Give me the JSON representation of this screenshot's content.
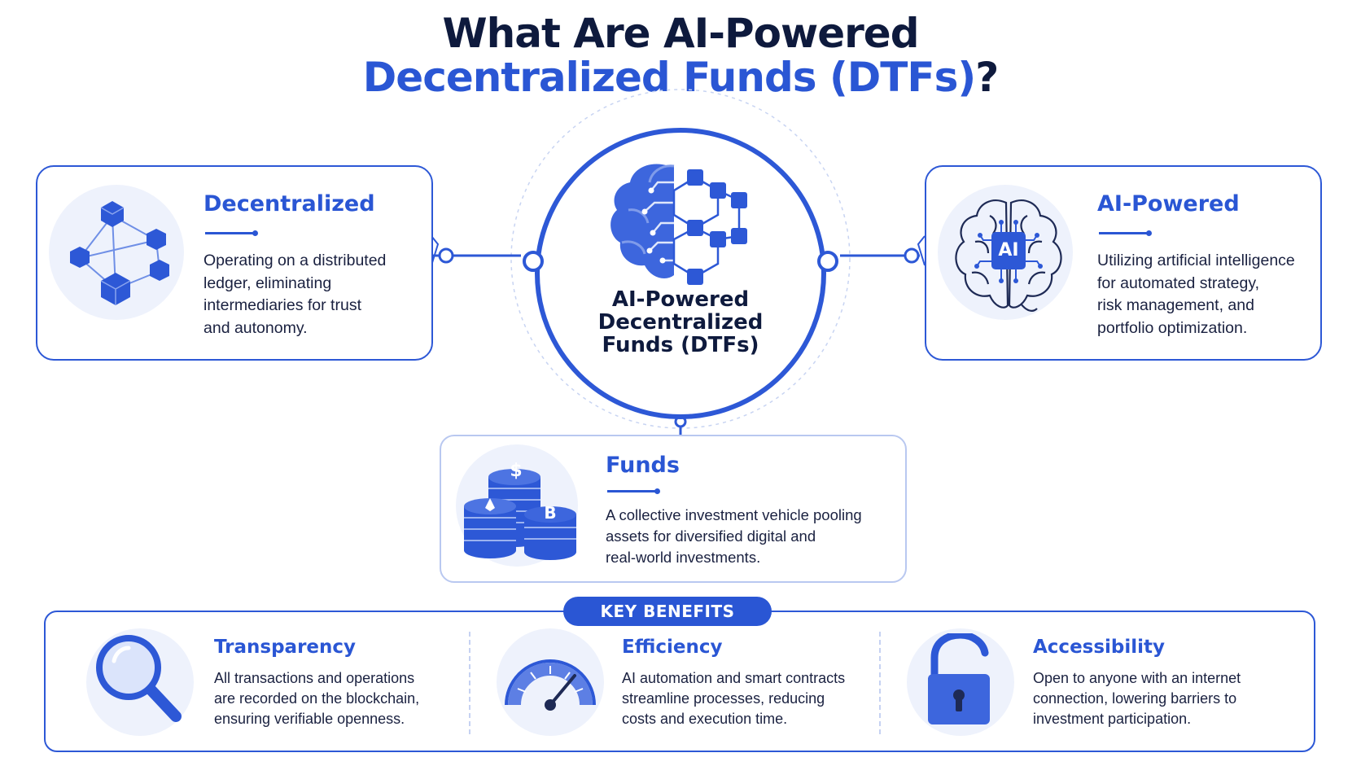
{
  "title": {
    "line1": "What Are AI-Powered",
    "line2_highlight": "Decentralized Funds (DTFs)",
    "line2_suffix": "?"
  },
  "center": {
    "label_line1": "AI-Powered",
    "label_line2": "Decentralized",
    "label_line3": "Funds (DTFs)",
    "icon": "brain-network-icon"
  },
  "cards": {
    "decentralized": {
      "title": "Decentralized",
      "lines": [
        "Operating on a distributed",
        "ledger, eliminating",
        "intermediaries for trust",
        "and autonomy."
      ],
      "icon": "network-cubes-icon"
    },
    "ai_powered": {
      "title": "AI-Powered",
      "lines": [
        "Utilizing artificial intelligence",
        "for automated strategy,",
        "risk management, and",
        "portfolio optimization."
      ],
      "icon": "ai-brain-icon",
      "chip": "AI"
    },
    "funds": {
      "title": "Funds",
      "lines": [
        "A collective investment vehicle pooling",
        "assets for diversified digital and",
        "real-world investments."
      ],
      "icon": "coin-stacks-icon",
      "coin_symbols": [
        "$",
        "B"
      ]
    }
  },
  "benefits": {
    "label": "KEY BENEFITS",
    "items": [
      {
        "title": "Transparency",
        "lines": [
          "All transactions and operations",
          "are recorded on the blockchain,",
          "ensuring verifiable openness."
        ],
        "icon": "magnifier-icon"
      },
      {
        "title": "Efficiency",
        "lines": [
          "AI automation and smart contracts",
          "streamline processes, reducing",
          "costs and execution time."
        ],
        "icon": "speedometer-icon"
      },
      {
        "title": "Accessibility",
        "lines": [
          "Open to anyone with an internet",
          "connection, lowering barriers to",
          "investment participation."
        ],
        "icon": "unlocked-padlock-icon"
      }
    ]
  },
  "colors": {
    "accent": "#2a56d4",
    "dark_text": "#0e1a3d",
    "halo": "#eef2fc"
  }
}
